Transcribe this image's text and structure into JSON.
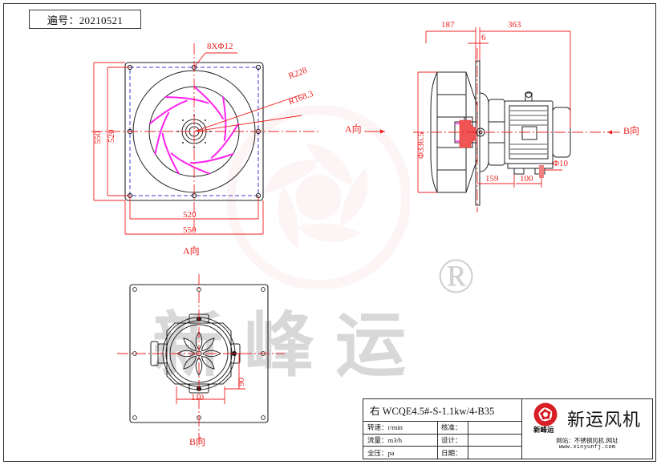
{
  "sheet": {
    "serial_label": "遍号：20210521"
  },
  "watermark": {
    "registered_mark": "®",
    "chars": "新峰运",
    "logo_name": "fan-impeller-logo"
  },
  "views": {
    "front": {
      "name": "A向",
      "caption": "A向",
      "arrow_label": "A向",
      "annotations": {
        "hole_pattern": "8XΦ12",
        "radius_outer": "R228",
        "radius_inner": "R168.3"
      },
      "dimensions": {
        "height_outer": "550",
        "height_inner": "520",
        "width_inner": "520",
        "width_outer": "550"
      }
    },
    "side": {
      "name": "B向",
      "arrow_label": "B向",
      "dimensions": {
        "left_span": "187",
        "right_span": "363",
        "plate_thickness": "6",
        "impeller_diameter": "Φ336.5",
        "base_offset": "159",
        "base_span": "100",
        "bolt_hole": "Φ10"
      }
    },
    "bottom": {
      "name": "B向",
      "caption": "B向",
      "dimensions": {
        "vertical": "90",
        "horizontal": "110"
      }
    }
  },
  "title_block": {
    "model": "右  WCQE4.5#-S-1.1kw/4-B35",
    "rows": [
      {
        "label": "转速：r/min",
        "label2": "核准：",
        "value": "",
        "value2": ""
      },
      {
        "label": "流量：m3/h",
        "label2": "设计：",
        "value": "",
        "value2": ""
      },
      {
        "label": "全压：pa",
        "label2": "日期：",
        "value": "",
        "value2": ""
      }
    ],
    "brand": {
      "sub_mark": "新峰运",
      "name": "新运风机",
      "web_line1": "网站：不锈钢风机.网址",
      "web_line2": "www.xinyunfj.com"
    }
  },
  "colors": {
    "dimension_red": "#ef2020",
    "outline_black": "#222222",
    "blade_magenta": "#ff22ee",
    "hole_blue": "#3a3ad0",
    "watermark_pink": "#f3cfd4",
    "watermark_gray": "#d8d8d8"
  }
}
